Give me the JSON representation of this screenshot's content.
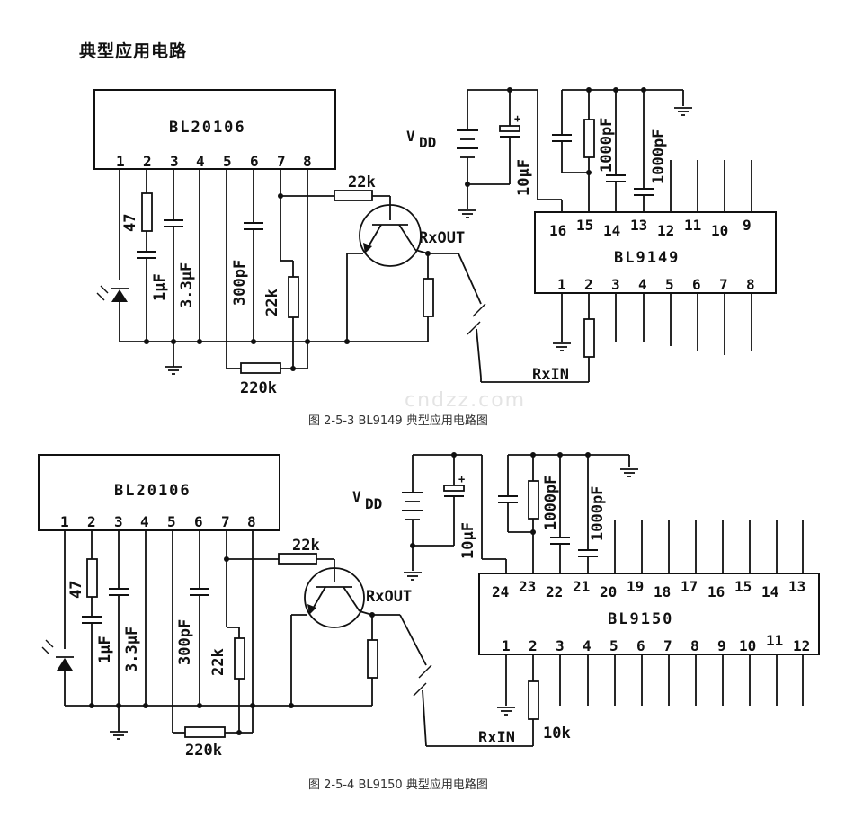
{
  "page_title": "典型应用电路",
  "watermark": "cndzz.com",
  "fig1": {
    "caption": "图 2-5-3  BL9149 典型应用电路图",
    "ic1": "BL20106",
    "ic1_pins": [
      "1",
      "2",
      "3",
      "4",
      "5",
      "6",
      "7",
      "8"
    ],
    "ic2": "BL9149",
    "ic2_top_pins": [
      "16",
      "15",
      "14",
      "13",
      "12",
      "11",
      "10",
      "9"
    ],
    "ic2_bottom_pins": [
      "1",
      "2",
      "3",
      "4",
      "5",
      "6",
      "7",
      "8"
    ],
    "labels": {
      "r47": "47",
      "c1u": "1μF",
      "c33u": "3.3μF",
      "c300p": "300pF",
      "r22k_v": "22k",
      "r22k_h": "22k",
      "r220k": "220k",
      "rxout": "RxOUT",
      "rxin": "RxIN",
      "vdd": "V",
      "vdd_sub": "DD",
      "c10u": "10μF",
      "c1000p_a": "1000pF",
      "c1000p_b": "1000pF"
    }
  },
  "fig2": {
    "caption": "图 2-5-4  BL9150 典型应用电路图",
    "ic1": "BL20106",
    "ic1_pins": [
      "1",
      "2",
      "3",
      "4",
      "5",
      "6",
      "7",
      "8"
    ],
    "ic2": "BL9150",
    "ic2_top_pins": [
      "24",
      "23",
      "22",
      "21",
      "20",
      "19",
      "18",
      "17",
      "16",
      "15",
      "14",
      "13"
    ],
    "ic2_bottom_pins": [
      "1",
      "2",
      "3",
      "4",
      "5",
      "6",
      "7",
      "8",
      "9",
      "10",
      "11",
      "12"
    ],
    "labels": {
      "r47": "47",
      "c1u": "1μF",
      "c33u": "3.3μF",
      "c300p": "300pF",
      "r22k_v": "22k",
      "r22k_h": "22k",
      "r220k": "220k",
      "rxout": "RxOUT",
      "rxin": "RxIN",
      "r10k": "10k",
      "vdd": "V",
      "vdd_sub": "DD",
      "c10u": "10μF",
      "c1000p_a": "1000pF",
      "c1000p_b": "1000pF"
    }
  }
}
